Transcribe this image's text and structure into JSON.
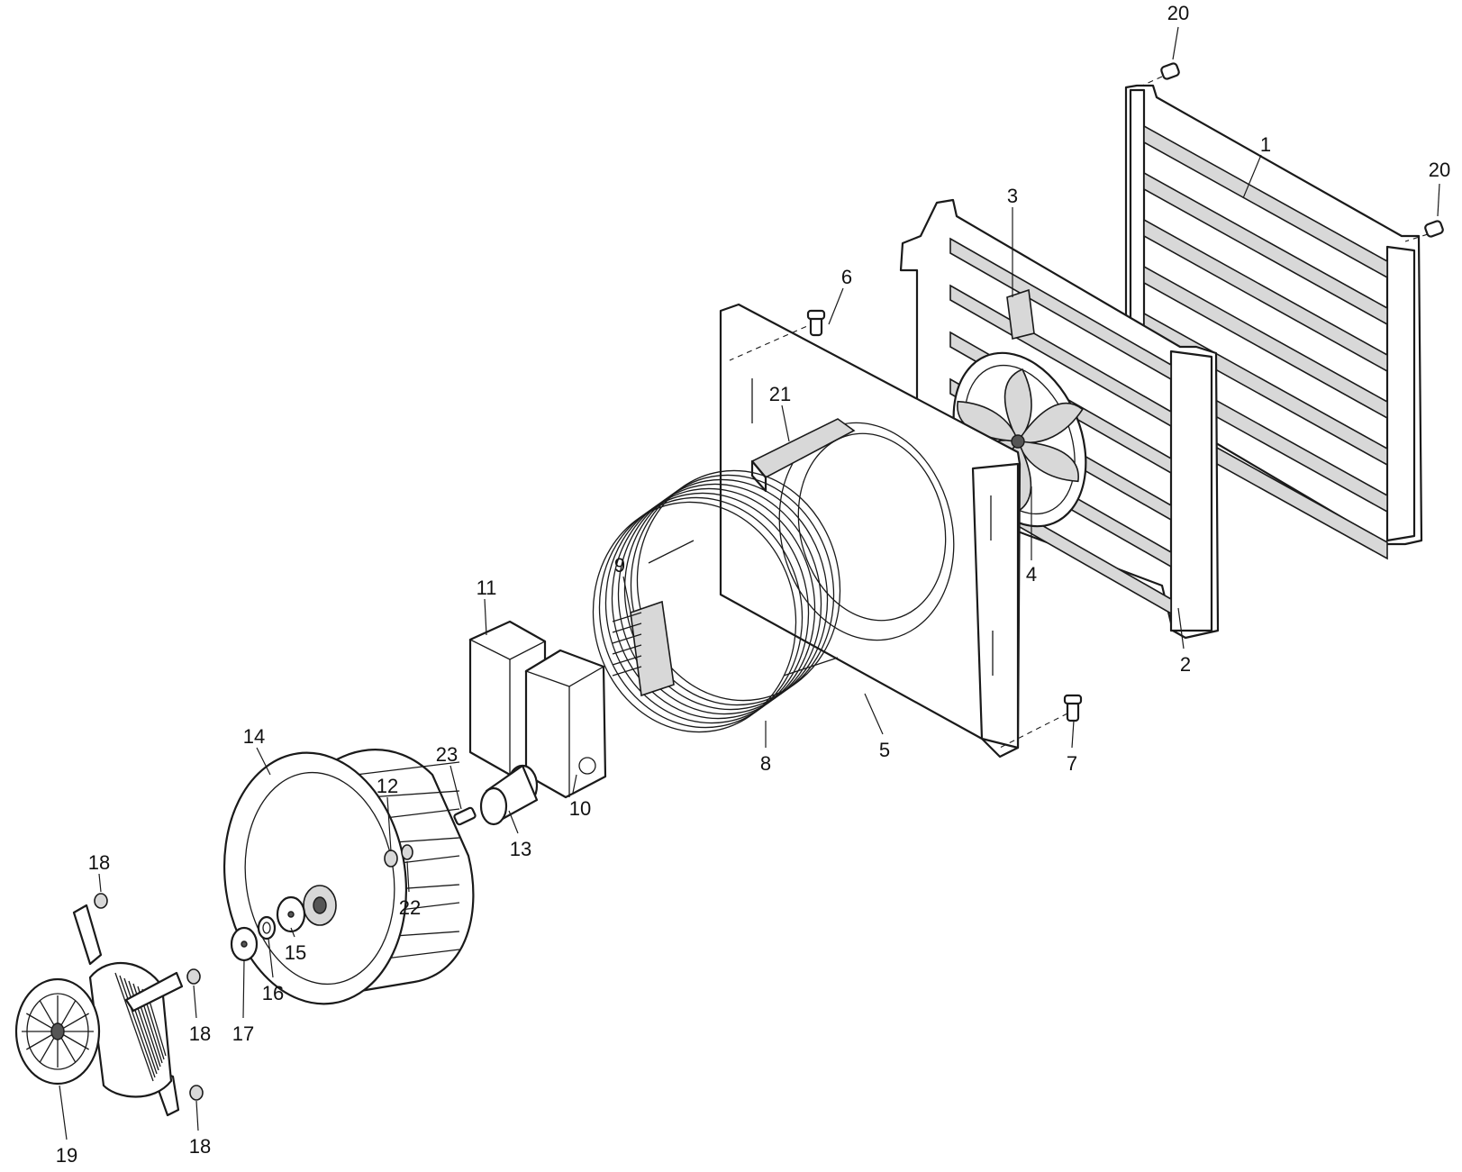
{
  "diagram": {
    "colors": {
      "line": "#1a1a1a",
      "background": "#ffffff",
      "shade": "#d8d8d8"
    },
    "parts": [
      {
        "id": "p1",
        "label": "1"
      },
      {
        "id": "p2",
        "label": "2"
      },
      {
        "id": "p3",
        "label": "3"
      },
      {
        "id": "p4",
        "label": "4"
      },
      {
        "id": "p5",
        "label": "5"
      },
      {
        "id": "p6",
        "label": "6"
      },
      {
        "id": "p7",
        "label": "7"
      },
      {
        "id": "p8",
        "label": "8"
      },
      {
        "id": "p9",
        "label": "9"
      },
      {
        "id": "p10",
        "label": "10"
      },
      {
        "id": "p11",
        "label": "11"
      },
      {
        "id": "p12",
        "label": "12"
      },
      {
        "id": "p13",
        "label": "13"
      },
      {
        "id": "p14",
        "label": "14"
      },
      {
        "id": "p15",
        "label": "15"
      },
      {
        "id": "p16",
        "label": "16"
      },
      {
        "id": "p17",
        "label": "17"
      },
      {
        "id": "p18a",
        "label": "18"
      },
      {
        "id": "p18b",
        "label": "18"
      },
      {
        "id": "p18c",
        "label": "18"
      },
      {
        "id": "p19",
        "label": "19"
      },
      {
        "id": "p20a",
        "label": "20"
      },
      {
        "id": "p20b",
        "label": "20"
      },
      {
        "id": "p21",
        "label": "21"
      },
      {
        "id": "p22",
        "label": "22"
      },
      {
        "id": "p23",
        "label": "23"
      }
    ]
  }
}
